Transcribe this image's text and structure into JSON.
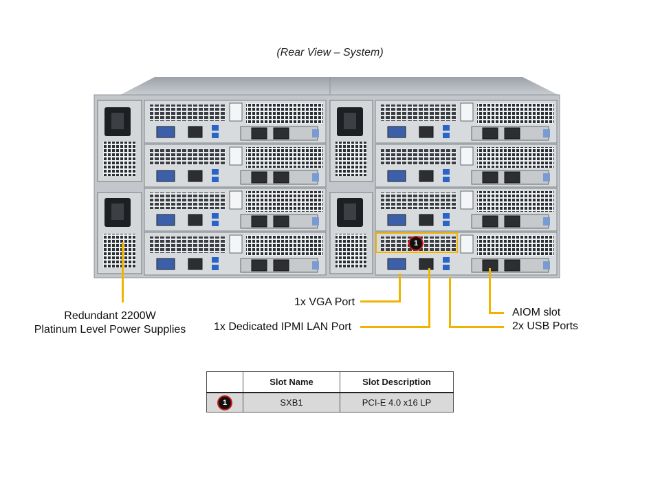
{
  "caption": "(Rear View – System)",
  "callouts": {
    "power_supplies_line1": "Redundant 2200W",
    "power_supplies_line2": "Platinum Level Power Supplies",
    "vga": "1x VGA Port",
    "ipmi": "1x Dedicated IPMI LAN Port",
    "aiom": "AIOM slot",
    "usb": "2x USB Ports"
  },
  "slot_marker": "1",
  "table": {
    "headers": [
      "",
      "Slot Name",
      "Slot Description"
    ],
    "rows": [
      {
        "marker": "1",
        "name": "SXB1",
        "description": "PCI-E 4.0 x16 LP"
      }
    ]
  },
  "colors": {
    "leader": "#f0b400",
    "badge_ring": "#d01818",
    "chassis": "#b9bdc1"
  }
}
